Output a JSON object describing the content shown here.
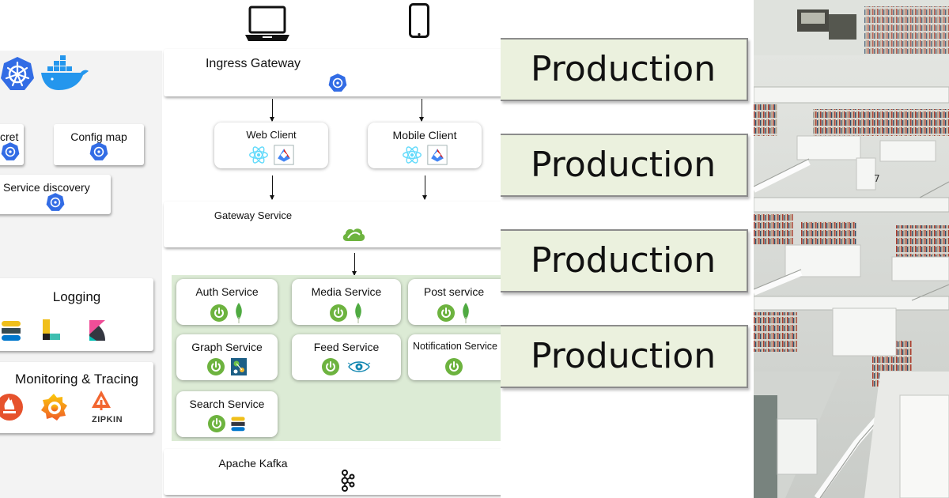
{
  "diagram": {
    "ingress": {
      "label": "Ingress Gateway",
      "icon": "kubernetes-icon"
    },
    "clients": [
      {
        "label": "Web Client",
        "icons": [
          "react-icon",
          "angular-icon"
        ]
      },
      {
        "label": "Mobile Client",
        "icons": [
          "react-icon",
          "angular-icon"
        ]
      }
    ],
    "gateway": {
      "label": "Gateway Service",
      "icon": "spring-cloud-icon"
    },
    "services": [
      {
        "label": "Auth Service",
        "icons": [
          "spring-boot-icon",
          "mongodb-icon"
        ]
      },
      {
        "label": "Media Service",
        "icons": [
          "spring-boot-icon",
          "mongodb-icon"
        ]
      },
      {
        "label": "Post service",
        "icons": [
          "spring-boot-icon",
          "mongodb-icon"
        ]
      },
      {
        "label": "Graph Service",
        "icons": [
          "spring-boot-icon",
          "neo4j-icon"
        ]
      },
      {
        "label": "Feed Service",
        "icons": [
          "spring-boot-icon",
          "cassandra-icon"
        ]
      },
      {
        "label": "Notification Service",
        "icons": [
          "spring-boot-icon"
        ]
      },
      {
        "label": "Search Service",
        "icons": [
          "spring-boot-icon",
          "elasticsearch-icon"
        ]
      }
    ],
    "kafka": {
      "label": "Apache Kafka",
      "icon": "kafka-icon"
    },
    "infra": {
      "platform_icons": [
        "kubernetes-icon",
        "docker-icon"
      ],
      "secret": {
        "label": "cret"
      },
      "config_map": {
        "label": "Config map"
      },
      "service_discovery": {
        "label": "Service discovery"
      },
      "logging": {
        "label": "Logging",
        "icons": [
          "elasticsearch-icon",
          "logstash-icon",
          "kibana-icon"
        ]
      },
      "monitoring": {
        "label": "Monitoring & Tracing",
        "icons": [
          "prometheus-icon",
          "grafana-icon",
          "zipkin-icon"
        ],
        "zipkin_text": "ZIPKIN"
      }
    },
    "devices": [
      "laptop-icon",
      "smartphone-icon"
    ]
  },
  "production": {
    "labels": [
      "Production",
      "Production",
      "Production",
      "Production"
    ],
    "bg_color": "#ebf1de"
  },
  "colors": {
    "k8s": "#326ce5",
    "spring": "#6db33f",
    "mongo": "#4faa41",
    "react": "#61dafb",
    "angular": "#dd1b16",
    "services_area": "#dcebd5"
  }
}
